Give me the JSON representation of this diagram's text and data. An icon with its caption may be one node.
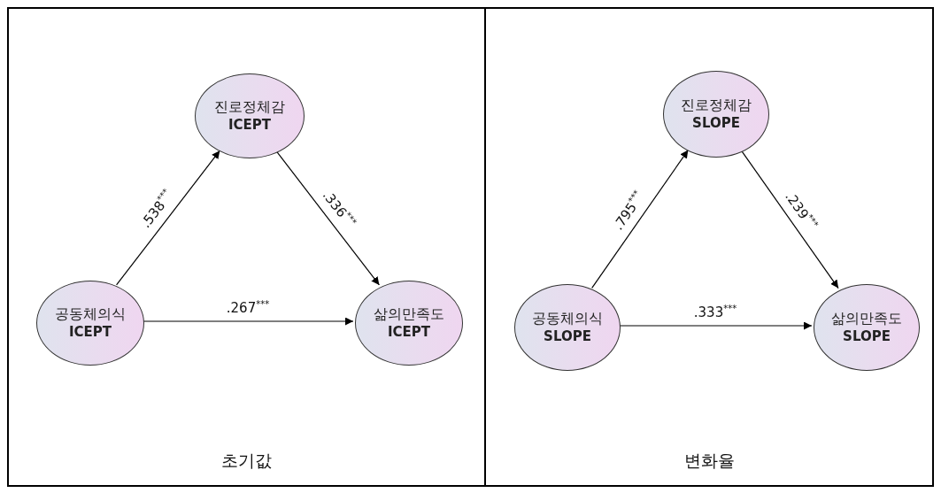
{
  "diagram": {
    "nodes": [
      {
        "text": [
          "초기값"
        ]
      },
      {
        "text": [
          "진로정체감",
          "ICEPT"
        ],
        "in": 0
      },
      {
        "text": [
          "공동체의식",
          "ICEPT"
        ],
        "in": 0
      },
      {
        "text": [
          "삶의만족도",
          "ICEPT"
        ],
        "in": 0
      },
      {
        "text": [
          "변화율"
        ]
      },
      {
        "text": [
          "진로정체감",
          "SLOPE"
        ],
        "in": 4
      },
      {
        "text": [
          "공동체의식",
          "SLOPE"
        ],
        "in": 4
      },
      {
        "text": [
          "삶의만족도",
          "SLOPE"
        ],
        "in": 4
      }
    ],
    "edges": [
      {
        "from": 2,
        "to": 1,
        "arrow": "to",
        "label": ".538$^{***}$"
      },
      {
        "from": 1,
        "to": 3,
        "arrow": "to",
        "label": ".336$^{***}$"
      },
      {
        "from": 2,
        "to": 3,
        "arrow": "to",
        "label": ".267$^{***}$"
      },
      {
        "from": 6,
        "to": 5,
        "arrow": "to",
        "label": ".795$^{***}$"
      },
      {
        "from": 5,
        "to": 7,
        "arrow": "to",
        "label": ".239$^{***}$"
      },
      {
        "from": 6,
        "to": 7,
        "arrow": "to",
        "label": ".333$^{***}$"
      }
    ]
  }
}
